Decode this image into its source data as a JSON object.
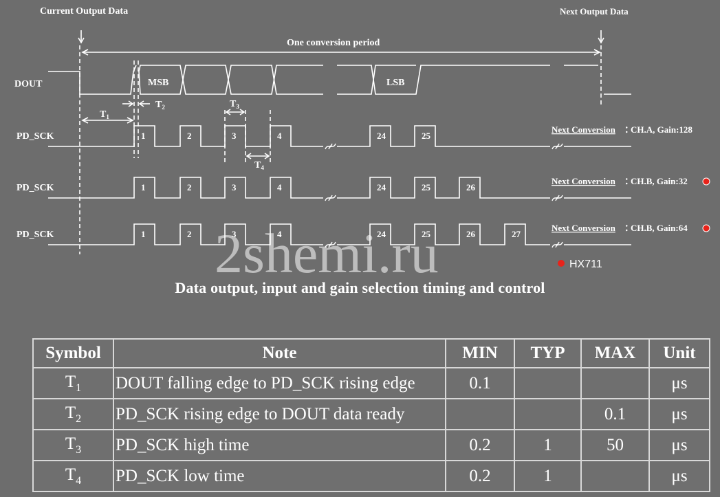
{
  "diagram": {
    "current_output_label": "Current Output Data",
    "next_output_label": "Next Output Data",
    "period_label": "One conversion period",
    "dout_label": "DOUT",
    "msb_label": "MSB",
    "lsb_label": "LSB",
    "t1_label": "T",
    "t1_sub": "1",
    "t2_label": "T",
    "t2_sub": "2",
    "t3_label": "T",
    "t3_sub": "3",
    "t4_label": "T",
    "t4_sub": "4",
    "rows": [
      {
        "label": "PD_SCK",
        "pulses": [
          "1",
          "2",
          "3",
          "4",
          "24",
          "25"
        ],
        "next_label": "Next Conversion",
        "next_info": "CH.A, Gain:128",
        "dot": false
      },
      {
        "label": "PD_SCK",
        "pulses": [
          "1",
          "2",
          "3",
          "4",
          "24",
          "25",
          "26"
        ],
        "next_label": "Next Conversion",
        "next_info": "CH.B, Gain:32",
        "dot": true
      },
      {
        "label": "PD_SCK",
        "pulses": [
          "1",
          "2",
          "3",
          "4",
          "24",
          "25",
          "26",
          "27"
        ],
        "next_label": "Next Conversion",
        "next_info": "CH.B, Gain:64",
        "dot": true
      }
    ],
    "hx711_label": "HX711",
    "watermark": "2shemi.ru",
    "dot_color": "#e8231a"
  },
  "caption": "Data output, input and gain selection timing and control",
  "table": {
    "headers": [
      "Symbol",
      "Note",
      "MIN",
      "TYP",
      "MAX",
      "Unit"
    ],
    "rows": [
      {
        "symbol": "T",
        "sub": "1",
        "note": "DOUT falling edge to PD_SCK rising edge",
        "min": "0.1",
        "typ": "",
        "max": "",
        "unit": "μs"
      },
      {
        "symbol": "T",
        "sub": "2",
        "note": "PD_SCK rising edge to DOUT data ready",
        "min": "",
        "typ": "",
        "max": "0.1",
        "unit": "μs"
      },
      {
        "symbol": "T",
        "sub": "3",
        "note": "PD_SCK high time",
        "min": "0.2",
        "typ": "1",
        "max": "50",
        "unit": "μs"
      },
      {
        "symbol": "T",
        "sub": "4",
        "note": "PD_SCK low time",
        "min": "0.2",
        "typ": "1",
        "max": "",
        "unit": "μs"
      }
    ]
  }
}
